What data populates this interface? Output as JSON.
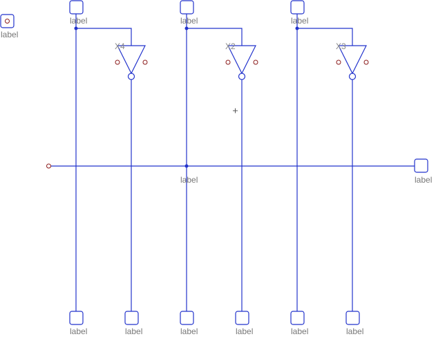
{
  "colors": {
    "wire": "#2233cc",
    "pin": "#8b1a1a",
    "text": "#777777",
    "background": "#ffffff"
  },
  "ports": {
    "top_left_port_label": "label",
    "top_a_label": "label",
    "top_b_label": "label",
    "top_c_label": "label",
    "right_label": "label",
    "center_net_label": "label",
    "bottom_1_label": "label",
    "bottom_2_label": "label",
    "bottom_3_label": "label",
    "bottom_4_label": "label",
    "bottom_5_label": "label",
    "bottom_6_label": "label"
  },
  "components": {
    "x4": "X4",
    "x2": "X2",
    "x3": "X3"
  },
  "icons": {
    "cursor": "crosshair-icon",
    "gate": "inverter-icon",
    "port": "port-icon"
  }
}
